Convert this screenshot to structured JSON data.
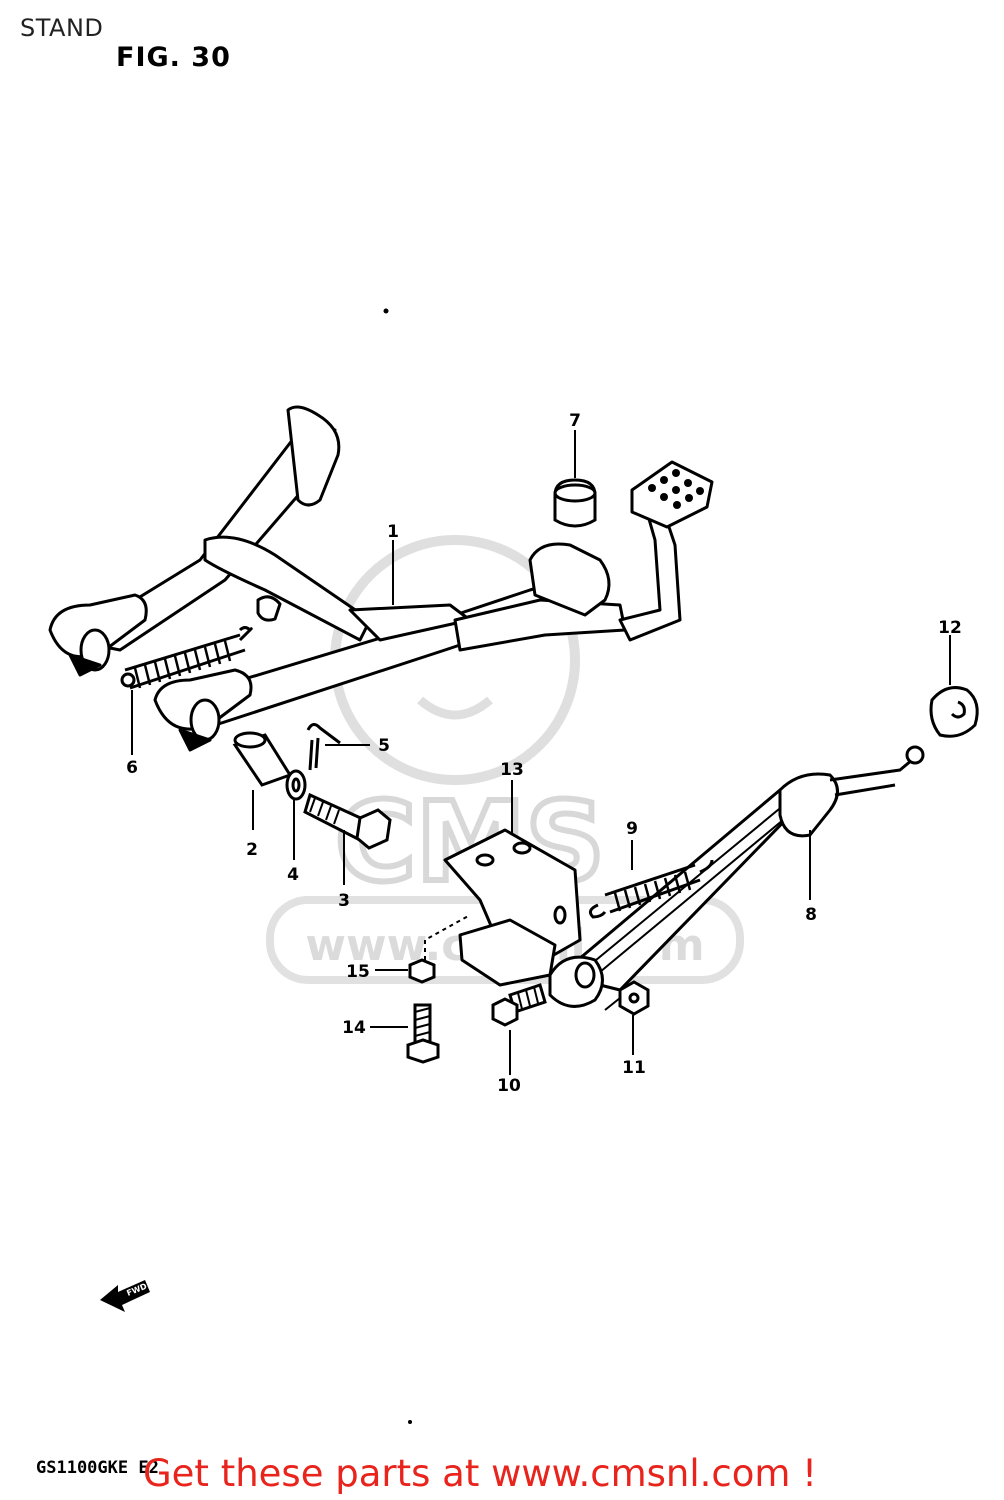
{
  "header": {
    "section_name": "STAND",
    "figure_title": "FIG. 30"
  },
  "watermark": {
    "brand": "CMS",
    "site": "www.cmsnl.com"
  },
  "callouts": [
    {
      "id": "1"
    },
    {
      "id": "2"
    },
    {
      "id": "3"
    },
    {
      "id": "4"
    },
    {
      "id": "5"
    },
    {
      "id": "6"
    },
    {
      "id": "7"
    },
    {
      "id": "8"
    },
    {
      "id": "9"
    },
    {
      "id": "10"
    },
    {
      "id": "11"
    },
    {
      "id": "12"
    },
    {
      "id": "13"
    },
    {
      "id": "14"
    },
    {
      "id": "15"
    }
  ],
  "fwd_arrow": "FWD",
  "footer": {
    "model_code": "GS1100GKE E2",
    "promo_text": "Get these parts at www.cmsnl.com !"
  },
  "colors": {
    "ink": "#000000",
    "promo": "#e8241c",
    "watermark": "#d8d8d8"
  }
}
